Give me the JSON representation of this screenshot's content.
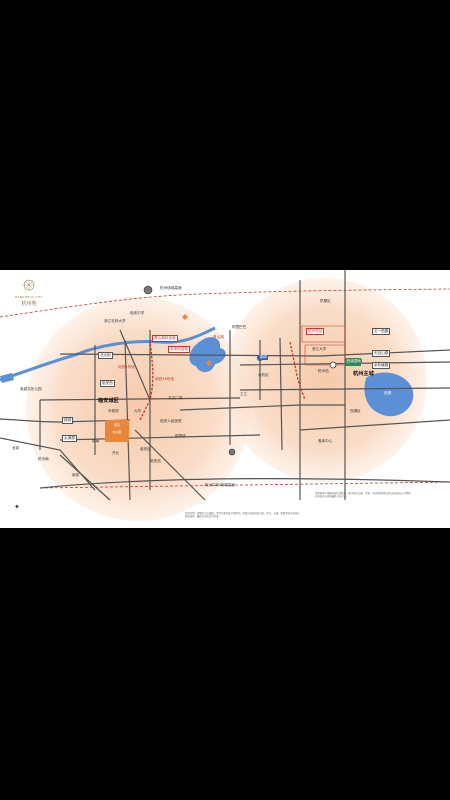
{
  "brand": {
    "name_en": "HANGZHOU CITY",
    "name_cn": "杭州苑"
  },
  "compass": "✦",
  "labels": {
    "ring_expressway_north": "杭州绕城高速",
    "ring_expressway_south": "杭州中环/绕城高速",
    "linan_city": "临安城区",
    "hangzhou_city": "杭州主城",
    "west_lake": "西湖",
    "xixi": "西溪湿地",
    "jinxiu": "锦绣",
    "qingshan_lake": "青山湖",
    "linan_west": "临安西",
    "project": "项目",
    "project_sub": "杭州苑",
    "jincheng": "锦城",
    "taihu": "太湖源",
    "south_station": "杭州南",
    "qingshan": "青山湖科技城",
    "science_city": "未来科技城",
    "zhijiang": "之江",
    "east_station": "杭州东站",
    "wenyi_road": "文一西路",
    "tianmushan": "天目山路",
    "yuhangtang": "余杭塘路",
    "line3": "地铁3号线",
    "line16": "地铁16号线",
    "hangzhou_south": "杭州站",
    "gongshu": "拱墅区",
    "xihu_district": "西湖区",
    "yuhang": "余杭区",
    "linan_district": "临安区",
    "high_school": "临安中学",
    "hospital": "临安人民医院",
    "mall": "万达广场",
    "park": "吴越文化公园",
    "station": "临安站",
    "wuzhen": "南苑",
    "zhejiang_agri": "浙江农林大学",
    "alibaba": "阿里巴巴",
    "zju": "浙江大学",
    "yintai": "银泰城",
    "olympic": "奥体中心",
    "jiuhua": "九华",
    "kaiyuan": "开元",
    "jinnan": "锦南",
    "city_hall": "市政府",
    "north_road": "北大街",
    "longgang": "龙岗"
  },
  "notes": {
    "left_note": "免责声明：本图仅为示意图，不作为要约及合同附件，具体以政府批准为准。区位、交通、配套等信息来源于相关规划，最终以实际交付为准。",
    "right_note": "本资料所示地图非按比例绘制，图中所示交通、学校、商业等规划信息均来自政府公开资料，如有变动以政府最终公布为准。"
  },
  "colors": {
    "background": "#ffffff",
    "halo": "#f6c7a5",
    "rail_red": "#c0392b",
    "water": "#5b8fd6",
    "road": "#555555",
    "project": "#e8873a"
  }
}
